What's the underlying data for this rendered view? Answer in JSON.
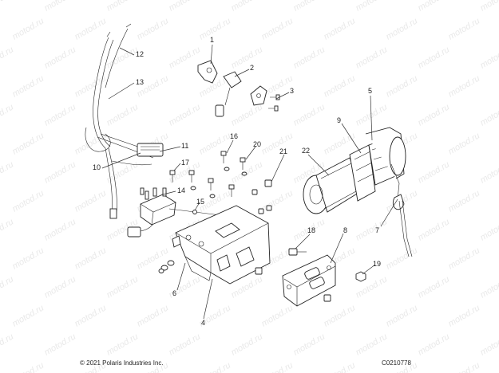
{
  "watermark": "motod.ru",
  "footer": {
    "copyright": "© 2021 Polaris Industries Inc.",
    "code": "C0210778"
  },
  "callouts": [
    "1",
    "2",
    "3",
    "4",
    "5",
    "6",
    "7",
    "8",
    "9",
    "10",
    "11",
    "12",
    "13",
    "14",
    "15",
    "16",
    "17",
    "18",
    "19",
    "20",
    "21",
    "22"
  ]
}
